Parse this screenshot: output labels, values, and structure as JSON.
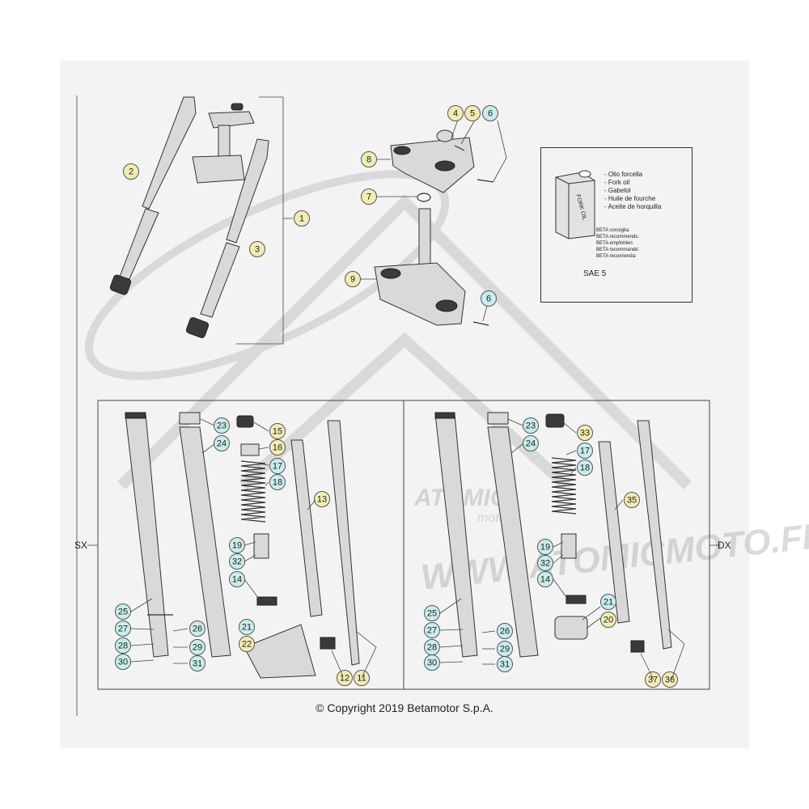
{
  "copyright": "© Copyright 2019 Betamotor S.p.A.",
  "side_labels": {
    "left": "SX",
    "right": "DX"
  },
  "oil_box": {
    "can_label": "FORK OIL",
    "languages": [
      "- Olio forcella",
      "- Fork oil",
      "- Gabelol",
      "- Huile de fourche",
      "- Aceite de horquilla"
    ],
    "recommended": [
      "BETA consiglia:",
      "BETA recommends:",
      "BETA empfohlen:",
      "BETA recommandé:",
      "BETA recomienda:"
    ],
    "grade": "SAE 5"
  },
  "watermark": {
    "url": "WWW.ATOMICMOTO.FR",
    "brand": "ATOMIC",
    "brand_sub": "moto"
  },
  "colors": {
    "yellow_callout": "#f2ecb4",
    "blue_callout": "#c9ecec",
    "line": "#333333",
    "background": "#f3f3f3"
  },
  "callouts": [
    {
      "num": "1",
      "color": "yellow"
    },
    {
      "num": "2",
      "color": "yellow"
    },
    {
      "num": "3",
      "color": "yellow"
    },
    {
      "num": "4",
      "color": "yellow"
    },
    {
      "num": "5",
      "color": "yellow"
    },
    {
      "num": "6",
      "color": "blue"
    },
    {
      "num": "7",
      "color": "yellow"
    },
    {
      "num": "8",
      "color": "yellow"
    },
    {
      "num": "9",
      "color": "yellow"
    },
    {
      "num": "6",
      "color": "blue"
    },
    {
      "num": "23",
      "color": "blue"
    },
    {
      "num": "15",
      "color": "yellow"
    },
    {
      "num": "24",
      "color": "blue"
    },
    {
      "num": "16",
      "color": "yellow"
    },
    {
      "num": "17",
      "color": "blue"
    },
    {
      "num": "18",
      "color": "blue"
    },
    {
      "num": "13",
      "color": "yellow"
    },
    {
      "num": "19",
      "color": "blue"
    },
    {
      "num": "32",
      "color": "blue"
    },
    {
      "num": "14",
      "color": "blue"
    },
    {
      "num": "25",
      "color": "blue"
    },
    {
      "num": "27",
      "color": "blue"
    },
    {
      "num": "26",
      "color": "blue"
    },
    {
      "num": "28",
      "color": "blue"
    },
    {
      "num": "29",
      "color": "blue"
    },
    {
      "num": "30",
      "color": "blue"
    },
    {
      "num": "31",
      "color": "blue"
    },
    {
      "num": "21",
      "color": "blue"
    },
    {
      "num": "22",
      "color": "yellow"
    },
    {
      "num": "12",
      "color": "yellow"
    },
    {
      "num": "11",
      "color": "yellow"
    },
    {
      "num": "23",
      "color": "blue"
    },
    {
      "num": "33",
      "color": "yellow"
    },
    {
      "num": "24",
      "color": "blue"
    },
    {
      "num": "17",
      "color": "blue"
    },
    {
      "num": "18",
      "color": "blue"
    },
    {
      "num": "35",
      "color": "yellow"
    },
    {
      "num": "19",
      "color": "blue"
    },
    {
      "num": "32",
      "color": "blue"
    },
    {
      "num": "14",
      "color": "blue"
    },
    {
      "num": "21",
      "color": "blue"
    },
    {
      "num": "20",
      "color": "yellow"
    },
    {
      "num": "25",
      "color": "blue"
    },
    {
      "num": "27",
      "color": "blue"
    },
    {
      "num": "26",
      "color": "blue"
    },
    {
      "num": "28",
      "color": "blue"
    },
    {
      "num": "29",
      "color": "blue"
    },
    {
      "num": "30",
      "color": "blue"
    },
    {
      "num": "31",
      "color": "blue"
    },
    {
      "num": "37",
      "color": "yellow"
    },
    {
      "num": "36",
      "color": "yellow"
    }
  ]
}
